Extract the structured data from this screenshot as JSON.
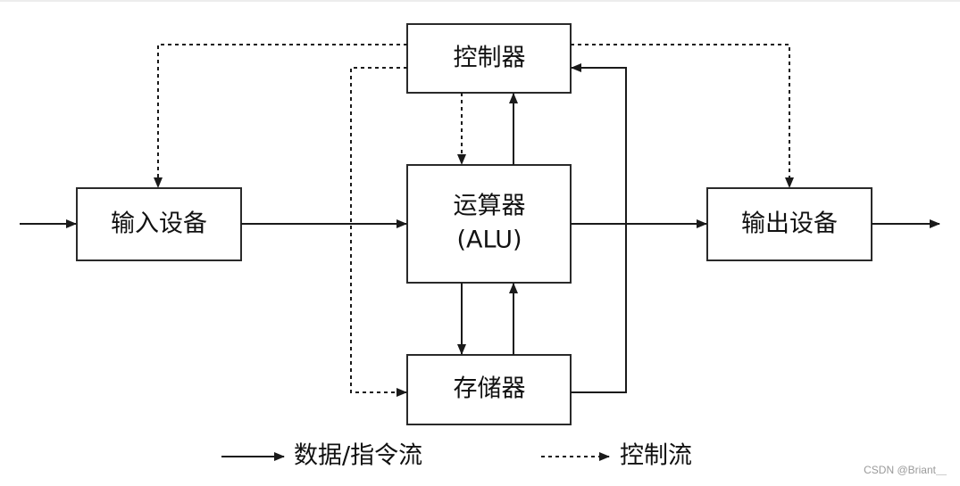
{
  "nodes": {
    "controller": {
      "label": "控制器"
    },
    "alu": {
      "label_line1": "运算器",
      "label_line2": "(ALU)"
    },
    "memory": {
      "label": "存储器"
    },
    "input": {
      "label": "输入设备"
    },
    "output": {
      "label": "输出设备"
    }
  },
  "legend": {
    "data_flow": "数据/指令流",
    "control_flow": "控制流"
  },
  "watermark": "CSDN @Briant＿"
}
